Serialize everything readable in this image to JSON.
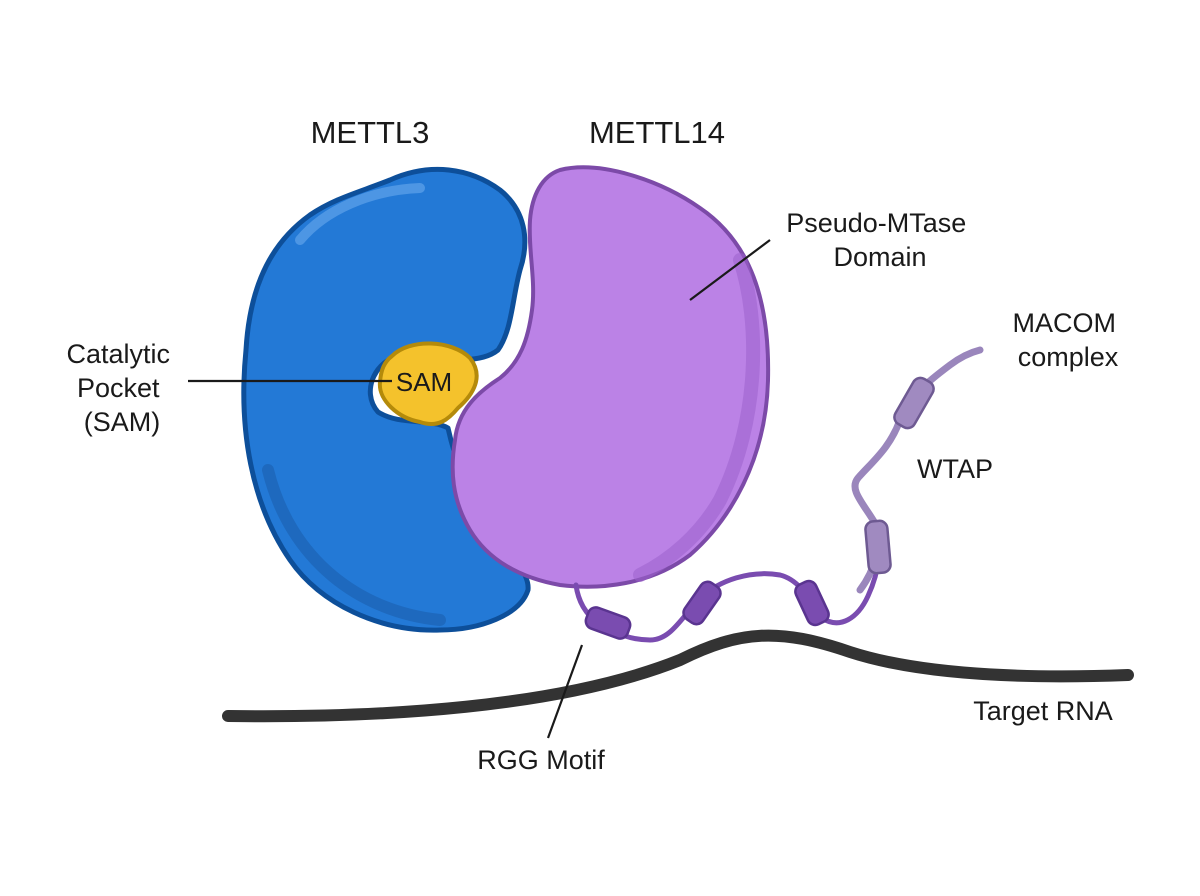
{
  "labels": {
    "mettl3": "METTL3",
    "mettl14": "METTL14",
    "pseudo_mtase": [
      "Pseudo-MTase",
      "Domain"
    ],
    "macom": [
      "MACOM",
      "complex"
    ],
    "wtap": "WTAP",
    "catalytic_pocket": [
      "Catalytic",
      "Pocket",
      "(SAM)"
    ],
    "sam": "SAM",
    "rgg_motif": "RGG Motif",
    "target_rna": "Target RNA"
  },
  "colors": {
    "mettl3_fill": "#2379d6",
    "mettl3_outline": "#0d4f9a",
    "mettl14_fill": "#bb82e6",
    "mettl14_outline": "#7c4aa8",
    "sam_fill": "#f4c22c",
    "sam_outline": "#b48a0a",
    "rna": "#333333",
    "linker_dark": "#7a4cb0",
    "linker_light": "#a08ac0"
  },
  "icons": [
    "mettl3-protein-shape",
    "mettl14-protein-shape",
    "sam-molecule",
    "rna-strand",
    "rgg-wtap-linker"
  ]
}
